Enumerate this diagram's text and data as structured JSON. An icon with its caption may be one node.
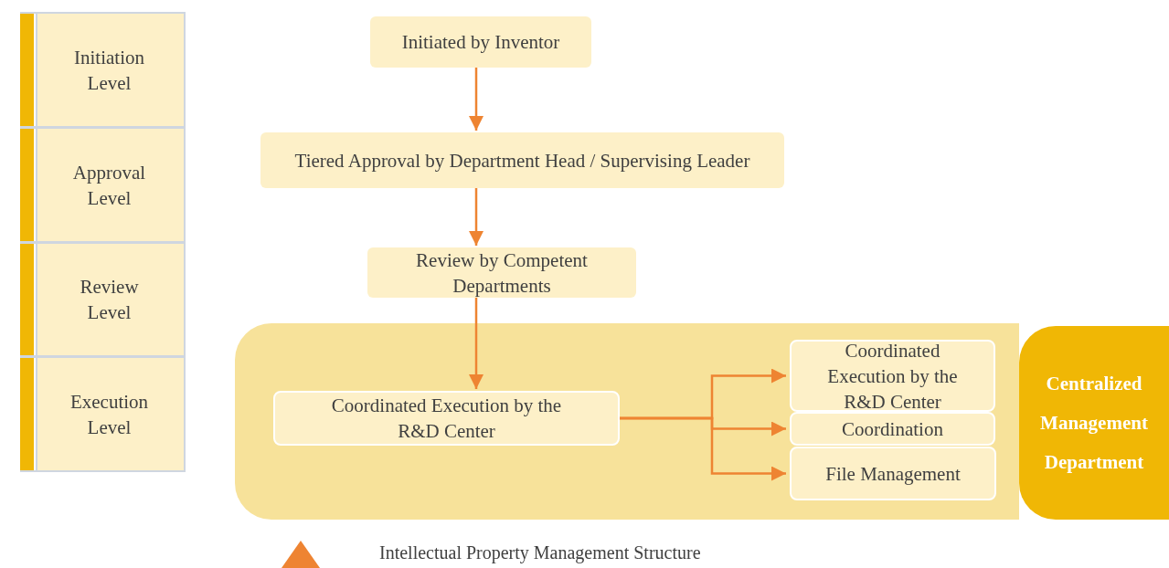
{
  "diagram": {
    "caption": "Intellectual Property Management Structure",
    "nodes": [
      {
        "text": [
          "Initiation Level"
        ]
      },
      {
        "text": [
          "Approval Level"
        ]
      },
      {
        "text": [
          "Review Level"
        ]
      },
      {
        "text": [
          "Execution Level"
        ]
      },
      {
        "text": [
          "Initiated by Inventor"
        ]
      },
      {
        "text": [
          "Tiered Approval by Department Head / Supervising Leader"
        ]
      },
      {
        "text": [
          "Review by Competent Departments"
        ]
      },
      {
        "text": [],
        "shape": "box"
      },
      {
        "text": [
          "Coordinated Execution by the R&D Center"
        ],
        "in": 7
      },
      {
        "text": [
          "Coordinated Execution by the R&D Center"
        ],
        "in": 7
      },
      {
        "text": [
          "Coordination"
        ],
        "in": 7
      },
      {
        "text": [
          "File Management"
        ],
        "in": 7
      },
      {
        "text": [
          "Centralized Management Department"
        ]
      }
    ],
    "edges": [
      {
        "from": 4,
        "to": 5,
        "arrow": "to"
      },
      {
        "from": 5,
        "to": 6,
        "arrow": "to"
      },
      {
        "from": 6,
        "to": 8,
        "arrow": "to"
      },
      {
        "from": 8,
        "to": 9,
        "arrow": "to"
      },
      {
        "from": 8,
        "to": 10,
        "arrow": "to"
      },
      {
        "from": 8,
        "to": 11,
        "arrow": "to"
      }
    ]
  }
}
